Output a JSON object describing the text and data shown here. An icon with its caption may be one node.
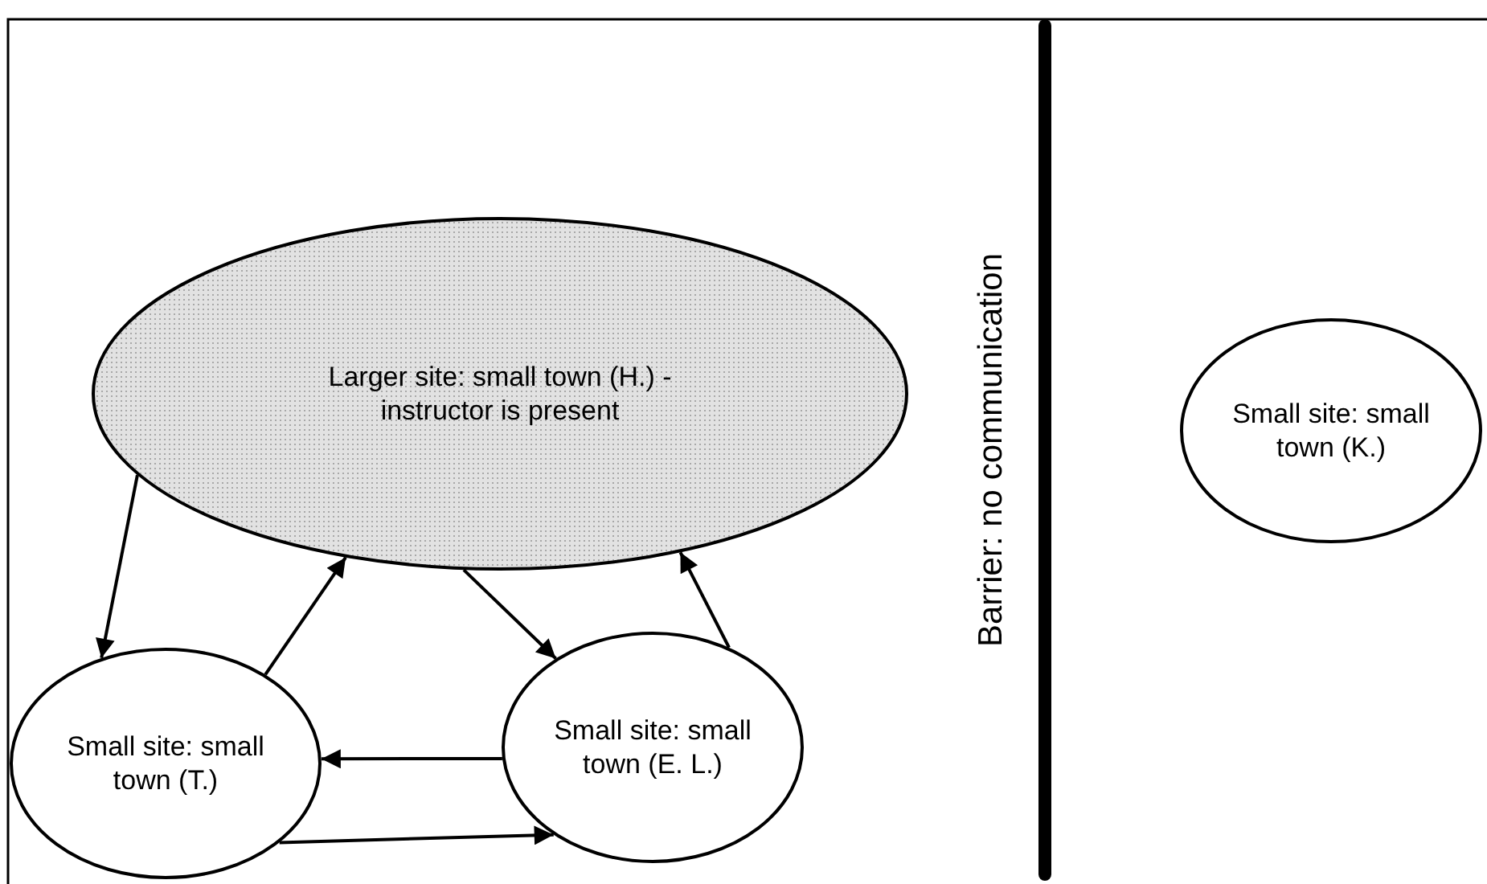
{
  "diagram": {
    "nodes": [
      {
        "text": [
          "Larger site: small town (H.) - instructor is present"
        ]
      },
      {
        "text": [
          "Small site: small town (T.)"
        ]
      },
      {
        "text": [
          "Small site: small town (E. L.)"
        ]
      },
      {
        "text": [
          "Small site: small town (K.)"
        ]
      }
    ],
    "edges": [
      {
        "from": 0,
        "to": 1,
        "arrow": "to"
      },
      {
        "from": 1,
        "to": 0,
        "arrow": "to"
      },
      {
        "from": 0,
        "to": 2,
        "arrow": "to"
      },
      {
        "from": 2,
        "to": 0,
        "arrow": "to"
      },
      {
        "from": 2,
        "to": 1,
        "arrow": "to"
      },
      {
        "from": 1,
        "to": 2,
        "arrow": "to"
      }
    ],
    "labels": [
      "Barrier: no communication"
    ]
  }
}
